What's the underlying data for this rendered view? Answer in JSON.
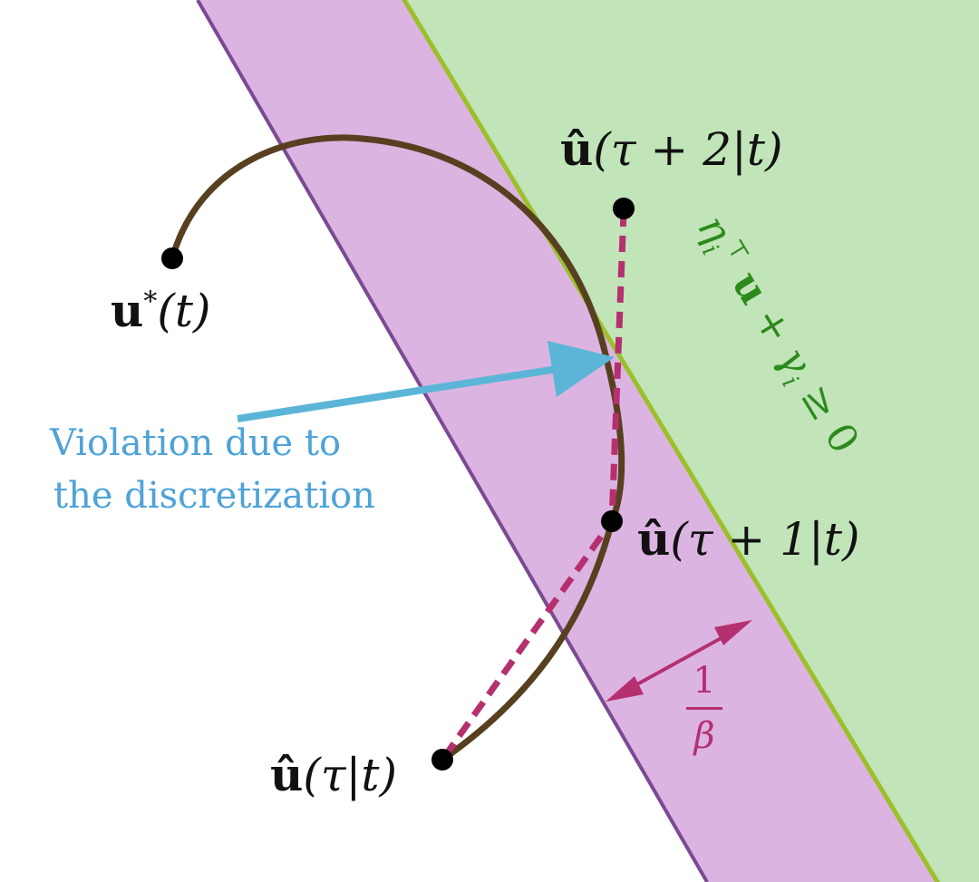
{
  "colors": {
    "feasible_region": "#c1e4b8",
    "feasible_boundary": "#9cbf2a",
    "margin_band": "#dcb4e2",
    "margin_boundary": "#7b4a93",
    "trajectory": "#574020",
    "discrete_path": "#b5306f",
    "arrow": "#5bb5d6",
    "annotation_text": "#4ea3d8",
    "constraint_text": "#2c8a1c",
    "margin_label": "#b5306f",
    "points": "#000000"
  },
  "labels": {
    "u_star": {
      "bold": "u",
      "sup": "*",
      "arg": "(t)"
    },
    "u_hat_tau": {
      "bold": "û",
      "arg": "(τ|t)"
    },
    "u_hat_tau1": {
      "bold": "û",
      "arg": "(τ + 1|t)"
    },
    "u_hat_tau2": {
      "bold": "û",
      "arg": "(τ + 2|t)"
    },
    "violation_line1": "Violation due to",
    "violation_line2": "the discretization",
    "constraint_a": "η",
    "constraint_a_sub": "i",
    "constraint_a_sup": "⊤",
    "constraint_u": "u",
    "constraint_plus": " + ",
    "constraint_g": "γ",
    "constraint_g_sub": "i",
    "constraint_rel": " ≥ 0",
    "margin_num": "1",
    "margin_den": "β"
  },
  "icons": [
    "double-arrow-icon",
    "arrow-icon",
    "point-icon"
  ]
}
